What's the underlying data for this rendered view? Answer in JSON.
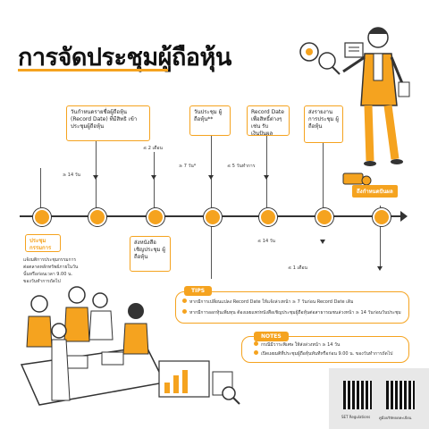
{
  "title": "การจัดประชุมผู้ถือหุ้น",
  "timeline": {
    "box_record_date_announce": "วันกำหนดรายชื่อผู้ถือหุ้น (Record Date) ที่มีสิทธิ เข้าประชุมผู้ถือหุ้น",
    "box_meeting_day": "วันประชุม ผู้ถือหุ้น**",
    "box_record_date_dividend": "Record Date เพื่อสิทธิ์ต่างๆ เช่น รับเงินปันผล",
    "box_report": "ส่งรายงาน การประชุม ผู้ถือหุ้น",
    "box_board_meeting": "ประชุมกรรมการ",
    "box_send_notice": "ส่งหนังสือ เชิญประชุม ผู้ถือหุ้น",
    "board_note": "แจ้งมติการประชุมกรรมการต่อตลาดหลักทรัพย์ภายในวันนั้นหรือก่อนเวลา 9.00 น. ของวันทำการถัดไป",
    "gap_14_days_a": "≥ 14 วัน",
    "gap_2_months": "≤ 2 เดือน",
    "gap_7_days": "≥ 7 วัน*",
    "gap_5_business_days": "≤ 5 วันทำการ",
    "gap_14_days_b": "≤ 14 วัน",
    "gap_1_month": "≤ 1 เดือน",
    "reached": "ถึงกำหนดปันผล"
  },
  "tips": {
    "label": "TIPS",
    "line1": "หากมีการเปลี่ยนแปลง Record Date ให้แจ้งล่วงหน้า ≥ 7 วันก่อน Record Date เดิม",
    "line2": "หากมีการออกหุ้นเพิ่มทุน ต้องเผยแพร่หนังสือเชิญประชุมผู้ถือหุ้นต่อสาธารณชนล่วงหน้า ≥ 14 วันก่อนวันประชุม"
  },
  "notes": {
    "label": "NOTES",
    "line1": "กรณีมีวาระพิเศษ ให้ส่งล่วงหน้า ≥ 14 วัน",
    "line2": "เปิดเผยมติที่ประชุมผู้ถือหุ้นทันทีหรือก่อน 9.00 น. ของวันทำการถัดไป"
  },
  "qr": {
    "left_label": "SET Regulations",
    "right_label": "คู่มือบริษัทจดทะเบียน"
  },
  "colors": {
    "accent": "#f5a31f",
    "ink": "#222222"
  }
}
